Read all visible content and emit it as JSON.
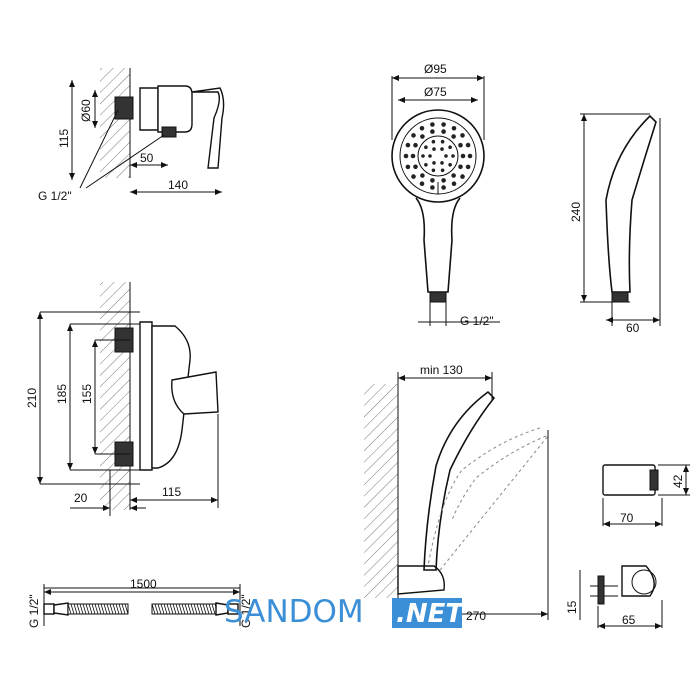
{
  "top_view": {
    "dim_diameter": "Ø60",
    "dim_height": "115",
    "dim_offset": "50",
    "dim_depth": "140",
    "thread": "G 1/2\""
  },
  "shower_head_front": {
    "dim_outer": "Ø95",
    "dim_inner": "Ø75",
    "thread": "G 1/2\""
  },
  "shower_head_side": {
    "dim_length": "240",
    "dim_width": "60"
  },
  "mixer_front": {
    "dim_total": "210",
    "dim_a": "185",
    "dim_b": "155",
    "dim_wall": "20",
    "dim_depth": "115"
  },
  "installation": {
    "dim_min": "min 130",
    "dim_max": "max 270"
  },
  "holder_top": {
    "dim_height": "42",
    "dim_width": "70"
  },
  "holder_side": {
    "dim_height": "15",
    "dim_width": "65"
  },
  "hose": {
    "dim_length": "1500",
    "thread_left": "G 1/2\"",
    "thread_right": "G 1/2\""
  },
  "watermark": {
    "brand": "SANDOM",
    "suffix": ".NET",
    "brand_color": "#3a8fd6",
    "suffix_bg": "#3a8fd6"
  }
}
